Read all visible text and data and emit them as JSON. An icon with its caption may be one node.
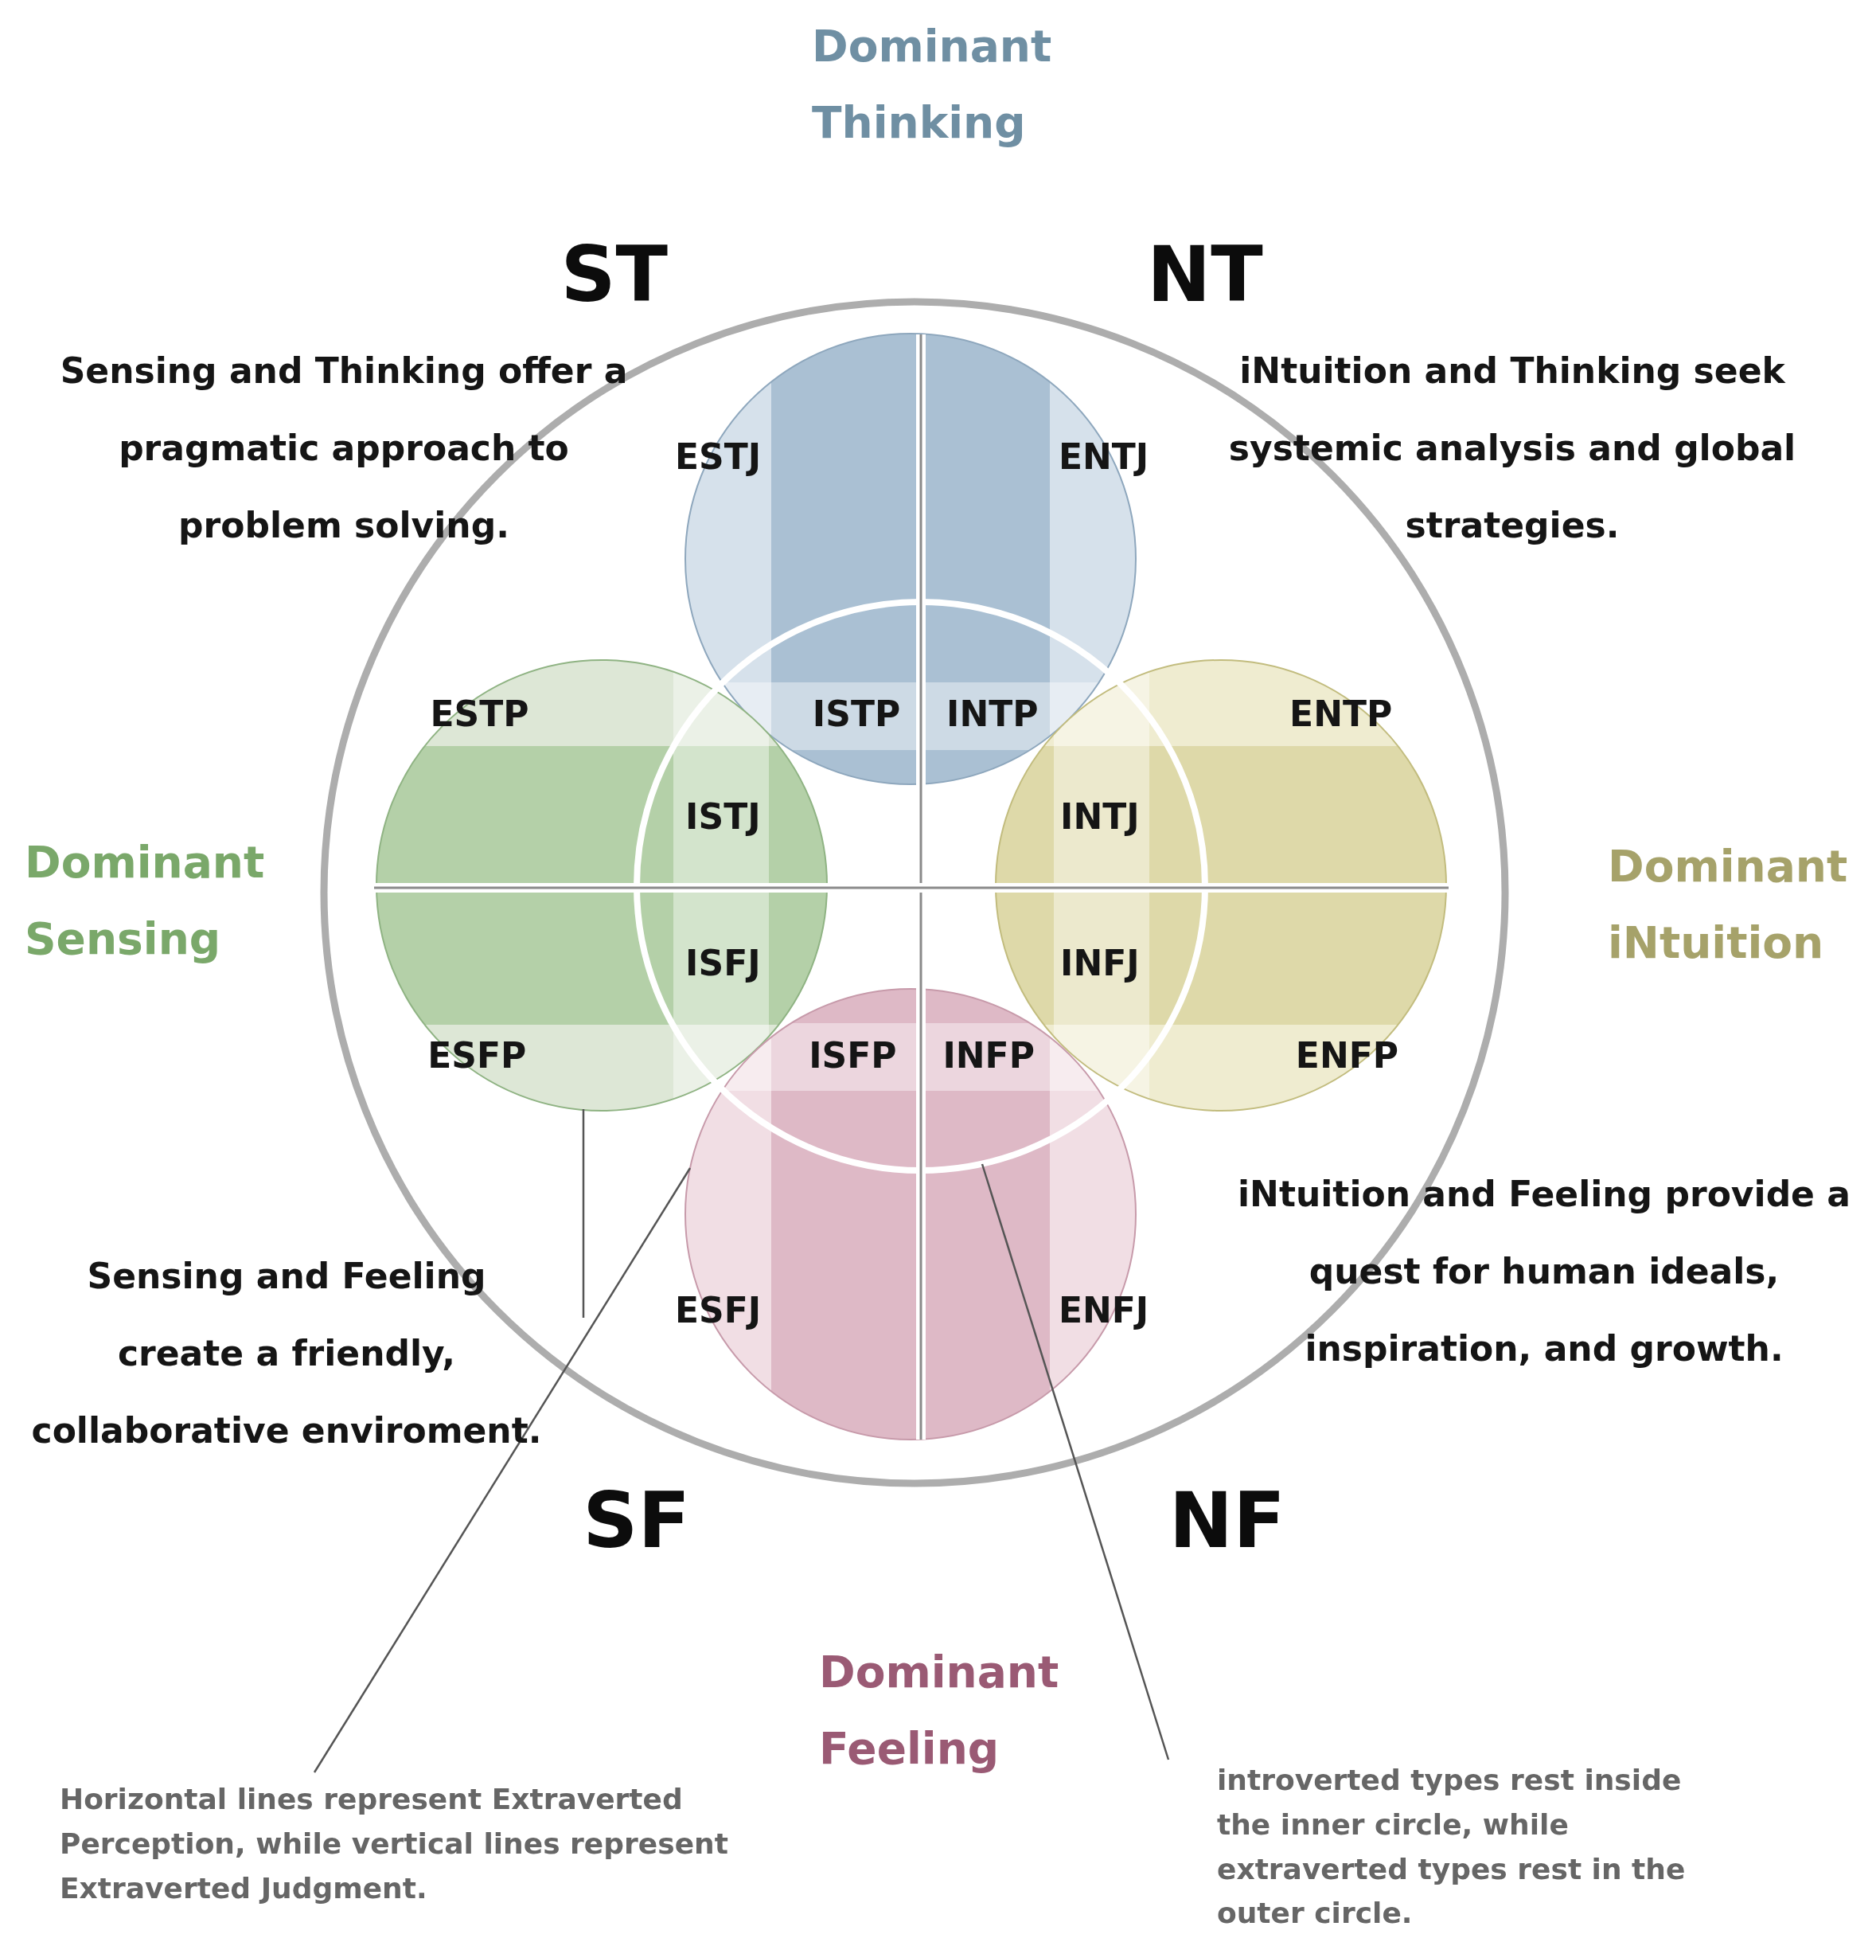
{
  "diagram": {
    "nodes": [
      {
        "text": [],
        "shape": "circle"
      },
      {
        "text": [],
        "shape": "circle",
        "in": 0
      },
      {
        "text": [],
        "shape": "circle",
        "in": 0
      },
      {
        "text": [],
        "shape": "circle",
        "in": 0
      },
      {
        "text": [],
        "shape": "circle",
        "in": 0
      },
      {
        "text": [],
        "shape": "circle",
        "in": 0
      },
      {
        "text": [
          "Horizontal lines represent Extraverted Perception, while vertical lines represent Extraverted Judgment."
        ]
      },
      {
        "text": [
          "introverted types rest inside the inner circle, while extraverted types rest in the outer circle."
        ]
      }
    ],
    "edges": [
      {
        "from": 6,
        "to": 5,
        "arrow": "none"
      },
      {
        "from": 7,
        "to": 2,
        "arrow": "none"
      },
      {
        "from": 0,
        "to": 3,
        "arrow": "none"
      }
    ],
    "labels": [
      "Dominant Thinking",
      "ST",
      "NT",
      "Sensing and Thinking offer a pragmatic approach to problem solving.",
      "iNtuition and Thinking seek systemic analysis and global strategies.",
      "ESTJ",
      "ENTJ",
      "ESTP",
      "ISTP",
      "INTP",
      "ENTP",
      "ISTJ",
      "INTJ",
      "Dominant Sensing",
      "Dominant iNtuition",
      "ISFJ",
      "INFJ",
      "ESFP",
      "ISFP",
      "INFP",
      "ENFP",
      "Sensing and Feeling create a friendly, collaborative enviroment.",
      "ESFJ",
      "ENFJ",
      "iNtuition and Feeling provide a quest for human ideals, inspiration, and growth.",
      "SF",
      "NF",
      "Dominant Feeling"
    ]
  }
}
